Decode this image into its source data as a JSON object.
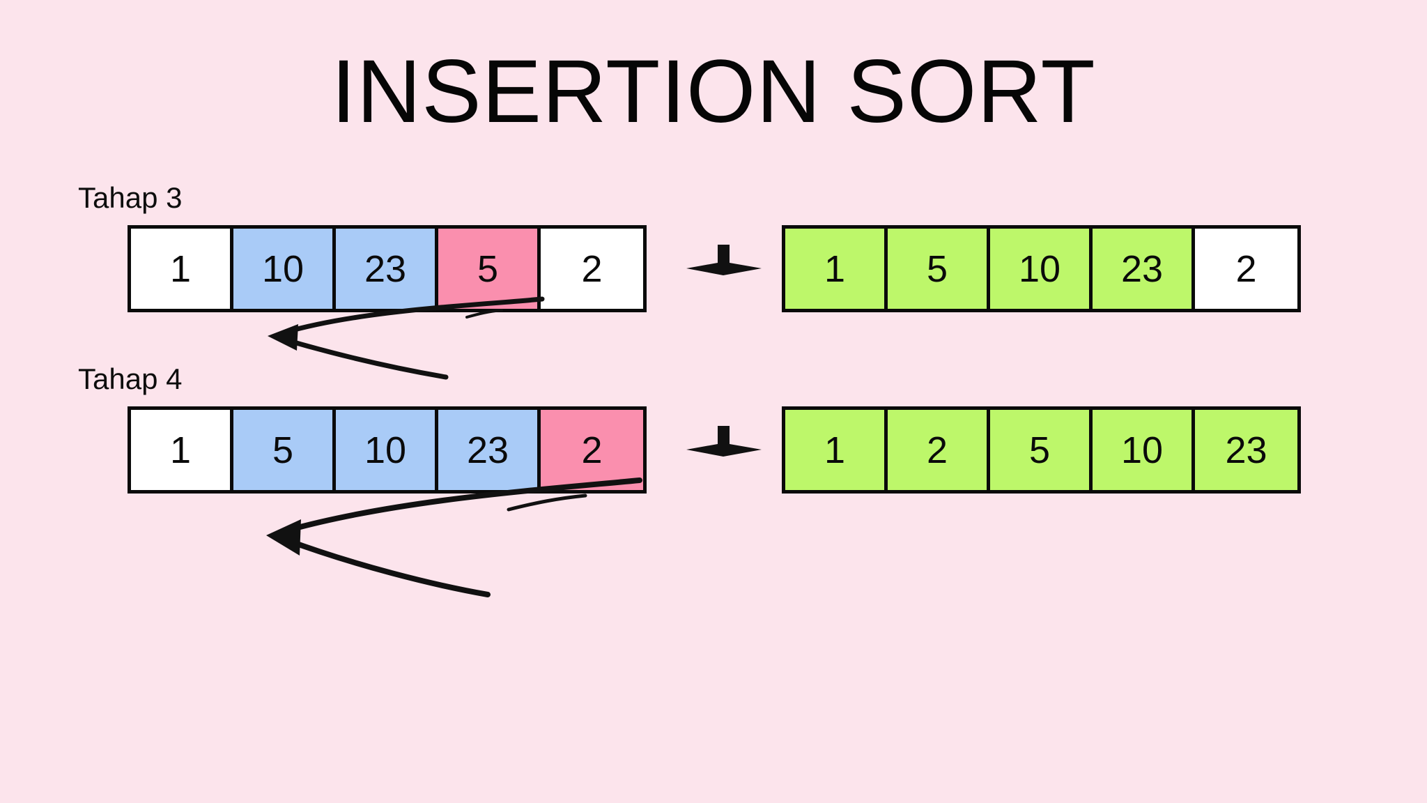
{
  "page": {
    "title": "INSERTION SORT",
    "background_color": "#fce4ec"
  },
  "colors": {
    "background": "#fce4ec",
    "cell_white": "#ffffff",
    "cell_blue": "#a9cbf7",
    "cell_pink": "#fa8fae",
    "cell_green": "#bdf76a",
    "outline": "#0a0a0a",
    "text": "#0a0a0a"
  },
  "steps": [
    {
      "label": "Tahap 3",
      "before": {
        "values": [
          "1",
          "10",
          "23",
          "5",
          "2"
        ],
        "colors": [
          "white",
          "blue",
          "blue",
          "pink",
          "white"
        ]
      },
      "after": {
        "values": [
          "1",
          "5",
          "10",
          "23",
          "2"
        ],
        "colors": [
          "green",
          "green",
          "green",
          "green",
          "white"
        ]
      },
      "transform_icon": "right-arrow-icon",
      "swap_icon": "curved-insert-arrow-icon"
    },
    {
      "label": "Tahap 4",
      "before": {
        "values": [
          "1",
          "5",
          "10",
          "23",
          "2"
        ],
        "colors": [
          "white",
          "blue",
          "blue",
          "blue",
          "pink"
        ]
      },
      "after": {
        "values": [
          "1",
          "2",
          "5",
          "10",
          "23"
        ],
        "colors": [
          "green",
          "green",
          "green",
          "green",
          "green"
        ]
      },
      "transform_icon": "right-arrow-icon",
      "swap_icon": "curved-insert-arrow-icon"
    }
  ]
}
